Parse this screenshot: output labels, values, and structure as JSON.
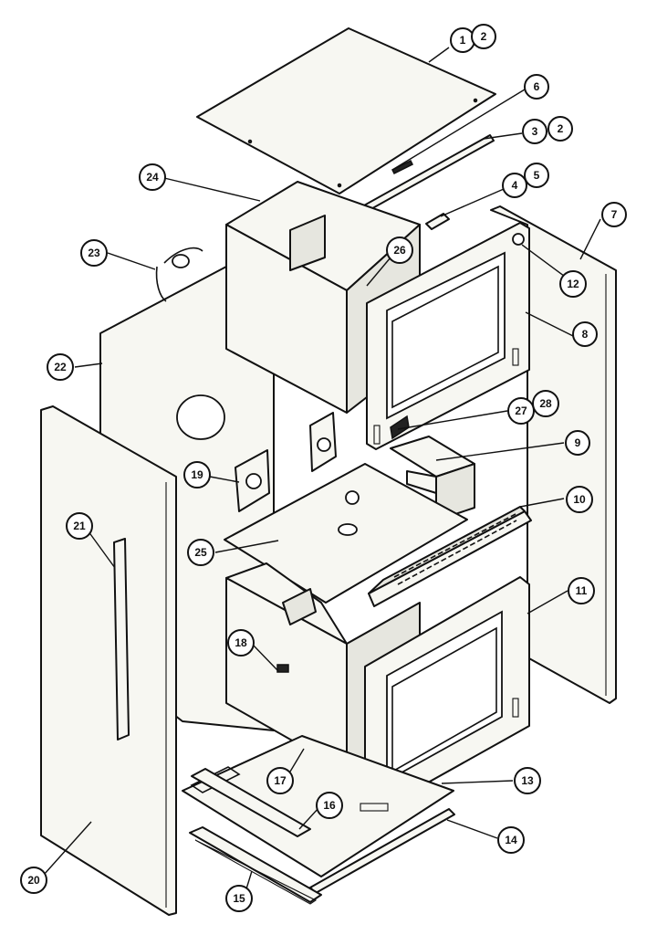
{
  "callouts": [
    {
      "id": "c1",
      "label": "1"
    },
    {
      "id": "c2a",
      "label": "2"
    },
    {
      "id": "c6",
      "label": "6"
    },
    {
      "id": "c3",
      "label": "3"
    },
    {
      "id": "c2b",
      "label": "2"
    },
    {
      "id": "c24",
      "label": "24"
    },
    {
      "id": "c4",
      "label": "4"
    },
    {
      "id": "c5",
      "label": "5"
    },
    {
      "id": "c7",
      "label": "7"
    },
    {
      "id": "c23",
      "label": "23"
    },
    {
      "id": "c26",
      "label": "26"
    },
    {
      "id": "c12",
      "label": "12"
    },
    {
      "id": "c8",
      "label": "8"
    },
    {
      "id": "c22",
      "label": "22"
    },
    {
      "id": "c27",
      "label": "27"
    },
    {
      "id": "c28",
      "label": "28"
    },
    {
      "id": "c9",
      "label": "9"
    },
    {
      "id": "c19",
      "label": "19"
    },
    {
      "id": "c10",
      "label": "10"
    },
    {
      "id": "c21",
      "label": "21"
    },
    {
      "id": "c25",
      "label": "25"
    },
    {
      "id": "c11",
      "label": "11"
    },
    {
      "id": "c18",
      "label": "18"
    },
    {
      "id": "c17",
      "label": "17"
    },
    {
      "id": "c13",
      "label": "13"
    },
    {
      "id": "c16",
      "label": "16"
    },
    {
      "id": "c14",
      "label": "14"
    },
    {
      "id": "c20",
      "label": "20"
    },
    {
      "id": "c15",
      "label": "15"
    }
  ]
}
